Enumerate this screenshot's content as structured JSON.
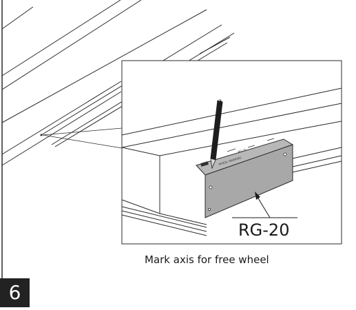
{
  "figure": {
    "part_label": "RG-20",
    "caption": "Mark axis for free wheel",
    "step_number": "6",
    "bracket_text_1": "RG-20",
    "bracket_text_2": "WHEEL MARKING"
  },
  "colors": {
    "line": "#2a2a2a",
    "bracket_fill": "#a8a8a8",
    "bracket_top": "#b8b8b8",
    "pencil": "#1e1e1e",
    "badge": "#222222"
  }
}
